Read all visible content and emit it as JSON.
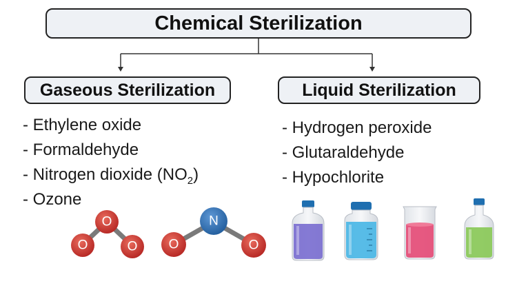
{
  "title": "Chemical Sterilization",
  "gaseous": {
    "heading": "Gaseous Sterilization",
    "items": [
      {
        "text": "- Ethylene oxide",
        "sub": ""
      },
      {
        "text": "- Formaldehyde",
        "sub": ""
      },
      {
        "text": "- Nitrogen dioxide (NO",
        "sub": "2",
        "suffix": ")"
      },
      {
        "text": "- Ozone",
        "sub": ""
      }
    ]
  },
  "liquid": {
    "heading": "Liquid Sterilization",
    "items": [
      "- Hydrogen peroxide",
      "- Glutaraldehyde",
      "- Hypochlorite"
    ]
  },
  "molecules": {
    "oxygen_symbol": "O",
    "nitrogen_symbol": "N"
  },
  "colors": {
    "box_fill": "#eef1f5",
    "oxygen": "#c8322d",
    "nitrogen": "#2f6fb5",
    "bond": "#7a7a7a",
    "liquid_purple": "#7b6fd0",
    "liquid_blue": "#4fb8e6",
    "liquid_pink": "#e5507a",
    "liquid_green": "#8cc95c",
    "cap_blue": "#1f6fb0"
  },
  "icons": [
    "ozone-molecule-icon",
    "nitrogen-dioxide-molecule-icon",
    "bottle-icon",
    "graduated-bottle-icon",
    "beaker-icon",
    "flask-bottle-icon"
  ]
}
